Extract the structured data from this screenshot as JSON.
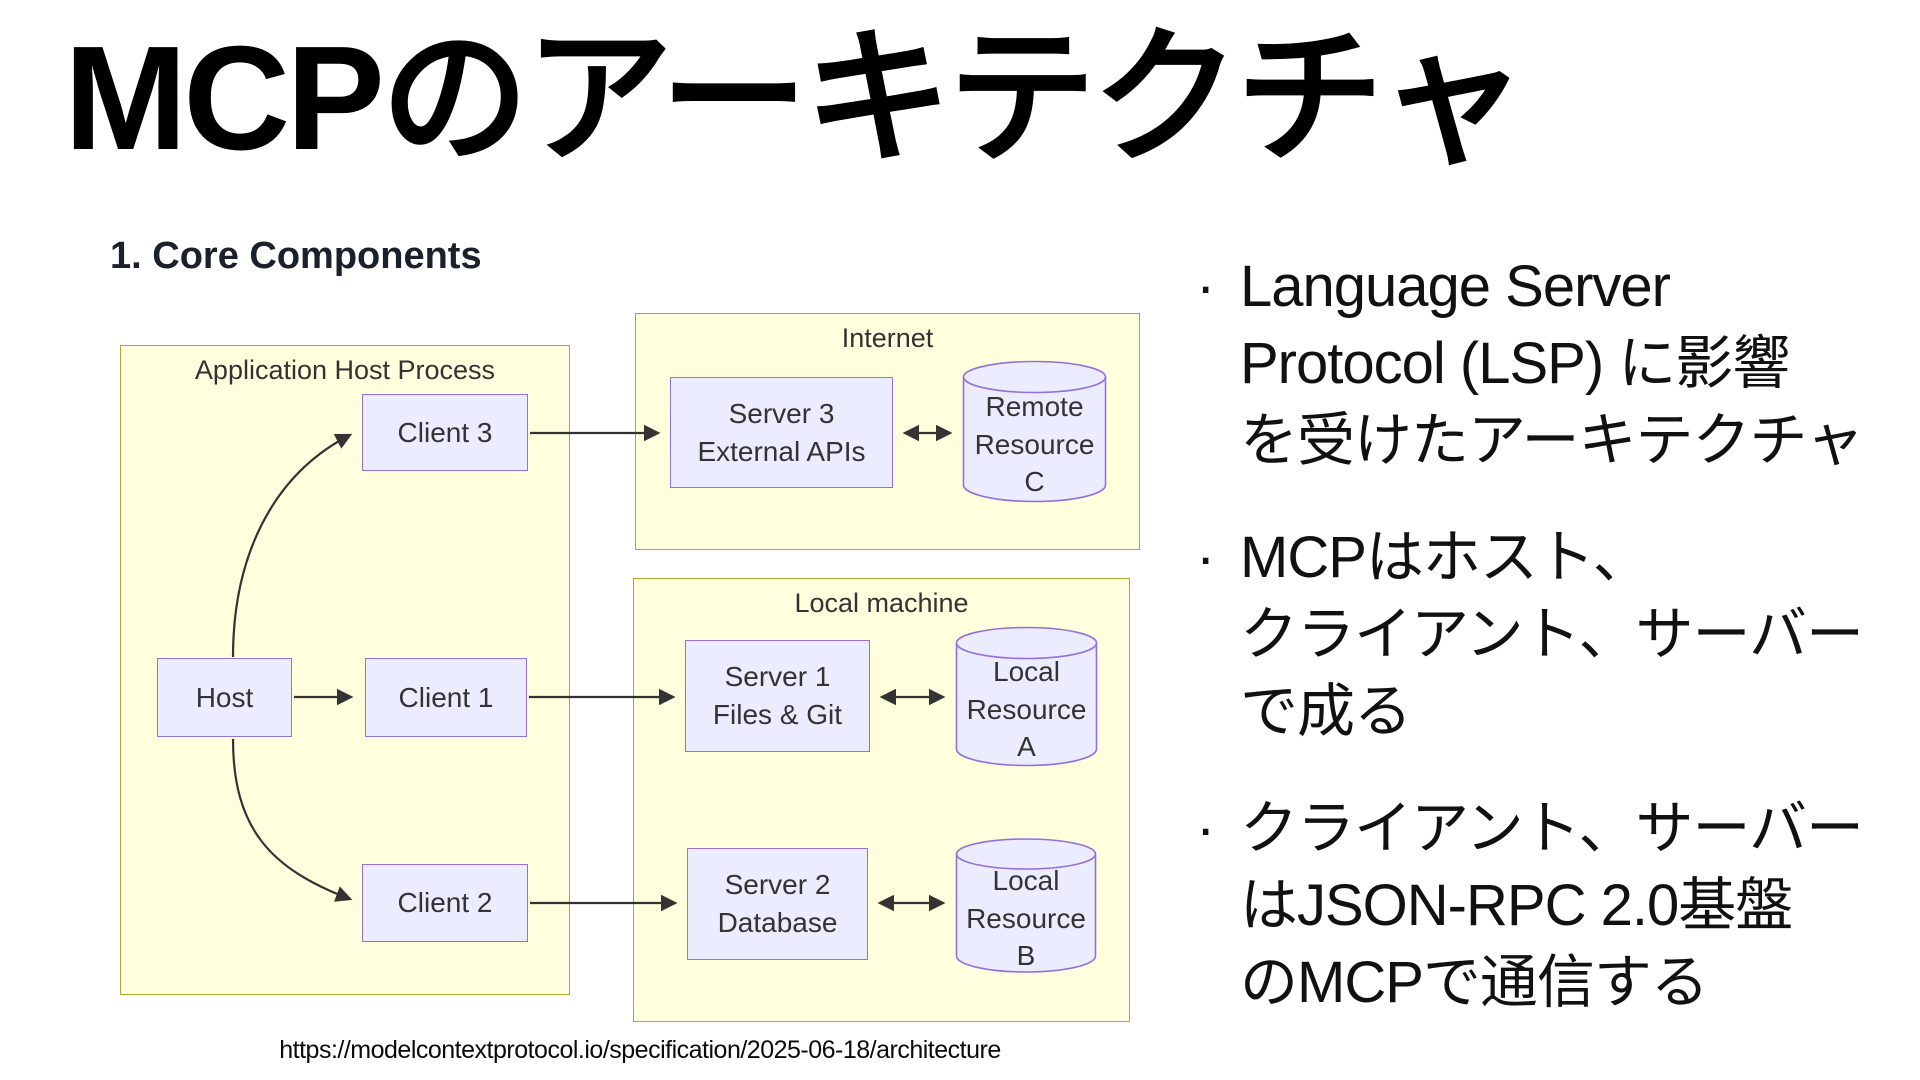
{
  "slide": {
    "title": "MCPのアーキテクチャ",
    "section_heading": "1. Core Components",
    "source_url": "https://modelcontextprotocol.io/specification/2025-06-18/architecture"
  },
  "diagram": {
    "groups": {
      "host_process": {
        "label": "Application Host Process"
      },
      "internet": {
        "label": "Internet"
      },
      "local_machine": {
        "label": "Local machine"
      }
    },
    "nodes": {
      "host": {
        "label": "Host"
      },
      "client1": {
        "label": "Client 1"
      },
      "client2": {
        "label": "Client 2"
      },
      "client3": {
        "label": "Client 3"
      },
      "server1": {
        "label": "Server 1\nFiles & Git"
      },
      "server2": {
        "label": "Server 2\nDatabase"
      },
      "server3": {
        "label": "Server 3\nExternal APIs"
      },
      "resourceA": {
        "label": "Local\nResource A"
      },
      "resourceB": {
        "label": "Local\nResource B"
      },
      "resourceC": {
        "label": "Remote\nResource C"
      }
    },
    "connections": [
      "Host -> Client 1",
      "Host -> Client 2",
      "Host -> Client 3",
      "Client 1 -> Server 1",
      "Client 2 -> Server 2",
      "Client 3 -> Server 3",
      "Server 1 <-> Local Resource A",
      "Server 2 <-> Local Resource B",
      "Server 3 <-> Remote Resource C"
    ],
    "colors": {
      "node_fill": "#ECECFF",
      "node_border": "#9370DB",
      "group_fill": "#FFFFDE",
      "group_border": "#AAAA33",
      "arrow": "#333333"
    }
  },
  "bullets": {
    "marker": "·",
    "items": [
      {
        "text": "Language Server\nProtocol (LSP) に影響\nを受けたアーキテクチャ"
      },
      {
        "text": "MCPはホスト、\nクライアント、サーバー\nで成る"
      },
      {
        "text": "クライアント、サーバー\nはJSON-RPC 2.0基盤\nのMCPで通信する"
      }
    ]
  }
}
